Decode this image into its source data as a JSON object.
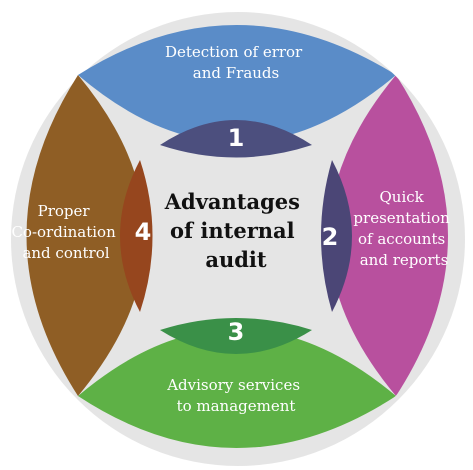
{
  "title": {
    "lines": [
      "Advantages",
      "of internal",
      "audit"
    ]
  },
  "segments": [
    {
      "number": "1",
      "lines": [
        "Detection of error",
        "and Frauds"
      ],
      "color": "#5A8CC8",
      "badge_color": "#4C4F7E"
    },
    {
      "number": "2",
      "lines": [
        "Quick",
        "presentation",
        "of accounts",
        "and reports"
      ],
      "color": "#B8509E",
      "badge_color": "#4B4676"
    },
    {
      "number": "3",
      "lines": [
        "Advisory services",
        "to management"
      ],
      "color": "#5EB146",
      "badge_color": "#3A9048"
    },
    {
      "number": "4",
      "lines": [
        "Proper",
        "Co-ordination",
        "and control"
      ],
      "color": "#8F5E25",
      "badge_color": "#96461E"
    }
  ]
}
